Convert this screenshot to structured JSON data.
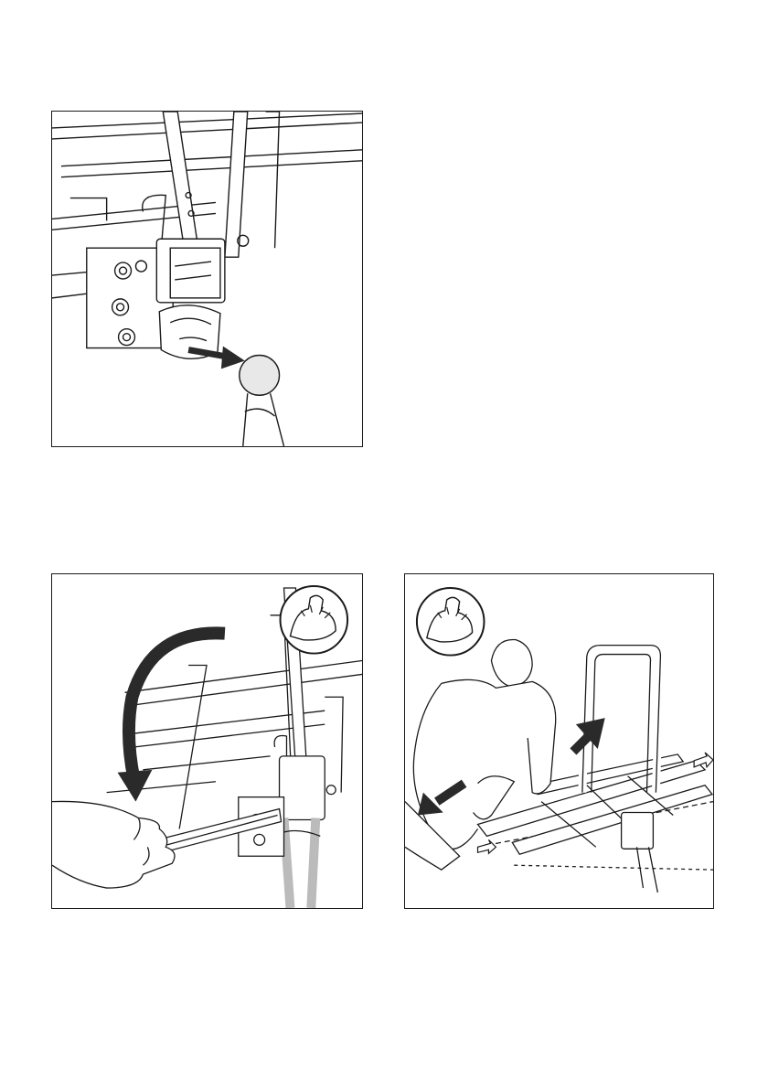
{
  "page": {
    "background": "#ffffff",
    "line_color": "#1a1a1a",
    "arrow_color": "#2a2a2a"
  },
  "figures": [
    {
      "id": "fig-1",
      "icons": [
        "pull-direction-arrow-icon"
      ]
    },
    {
      "id": "fig-2",
      "icons": [
        "rotate-down-arrow-icon",
        "strength-bicep-icon"
      ]
    },
    {
      "id": "fig-3",
      "icons": [
        "strength-bicep-icon",
        "push-arrow-icon",
        "pull-arrow-icon",
        "small-pointer-arrow-icon"
      ]
    }
  ]
}
